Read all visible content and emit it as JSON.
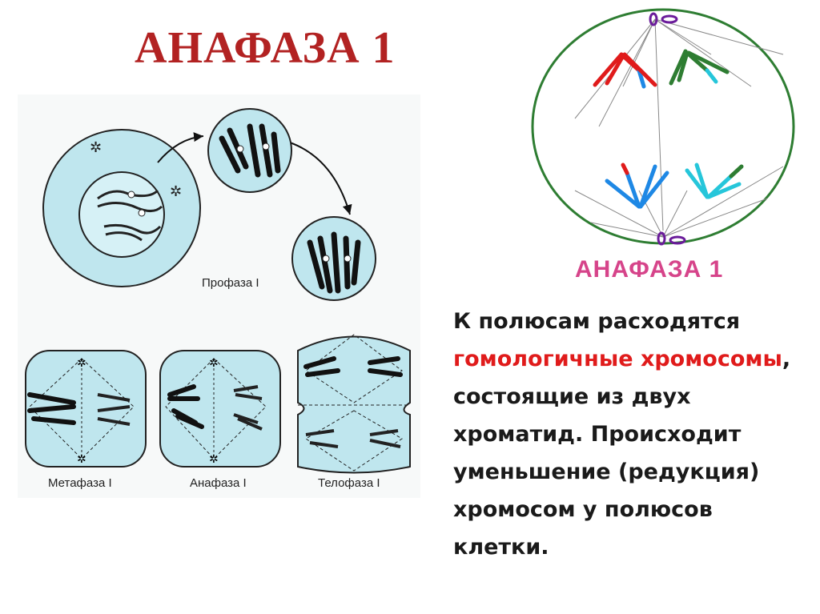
{
  "title": "АНАФАЗА 1",
  "left_figure": {
    "prophase_label": "Профаза I",
    "metaphase_label": "Метафаза I",
    "anaphase_label": "Анафаза I",
    "telophase_label": "Телофаза I"
  },
  "right_figure": {
    "label": "АНАФАЗА 1",
    "circle_color": "#2e7d32",
    "label_color": "#d6448a"
  },
  "description": {
    "part1": "К полюсам расходятся ",
    "highlight": "гомологичные хромосомы",
    "part2": ", состоящие из двух хроматид. Происходит уменьшение (редукция) хромосом у полюсов клетки.",
    "highlight_color": "#e01b1b"
  }
}
